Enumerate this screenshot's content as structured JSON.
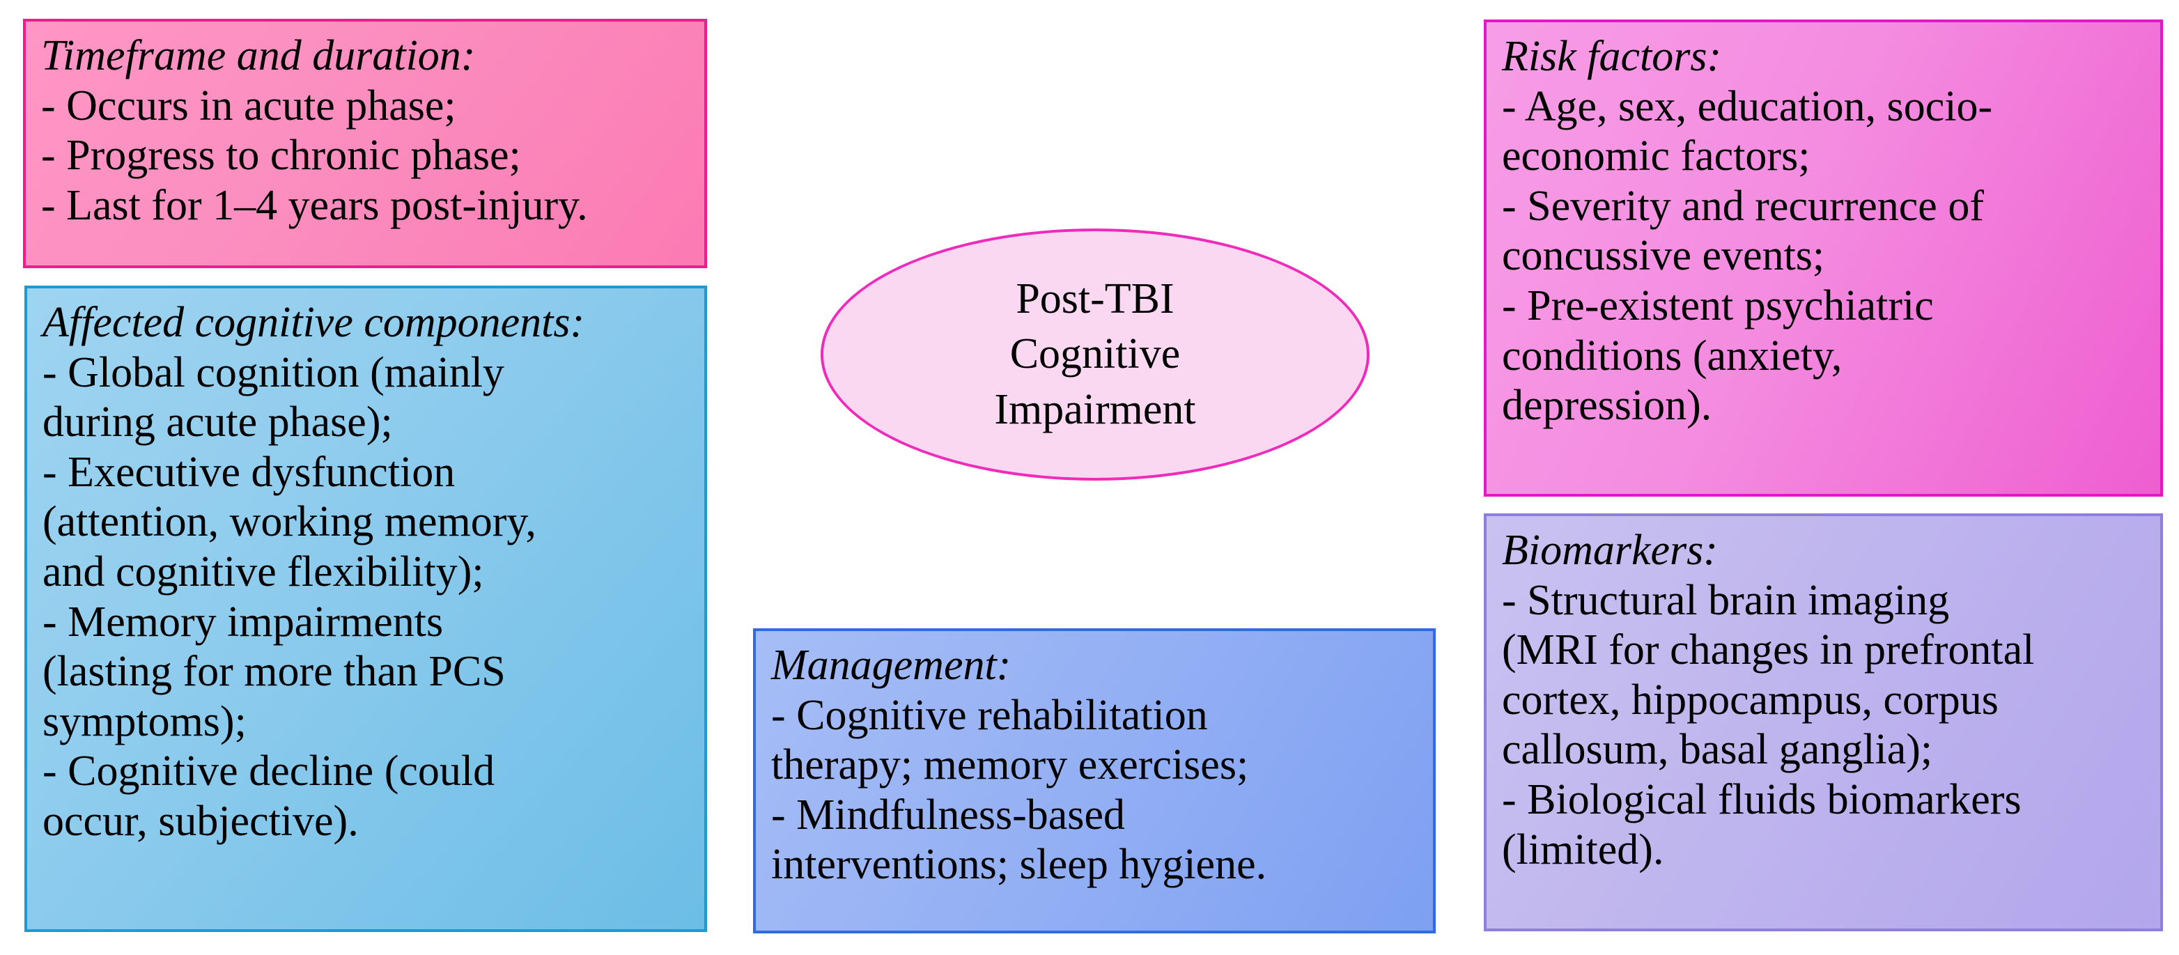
{
  "diagram": {
    "center": {
      "label": "Post-TBI\nCognitive\nImpairment",
      "fill_color": "#fbd8f2",
      "border_color": "#ef2bbb"
    },
    "nodes": [
      {
        "id": "timeframe",
        "heading": "Timeframe and duration:",
        "body": "- Occurs in acute phase;\n- Progress to chronic phase;\n- Last for 1–4 years post-injury.",
        "items": [
          "Occurs in acute phase;",
          "Progress to chronic phase;",
          "Last for 1–4 years post-injury."
        ],
        "fill_color": "#fb8fc0",
        "border_color": "#ec1e8c"
      },
      {
        "id": "affected",
        "heading": "Affected cognitive components:",
        "body": "- Global cognition (mainly\nduring acute phase);\n- Executive dysfunction\n(attention, working memory,\nand cognitive flexibility);\n- Memory impairments\n(lasting for more than PCS\nsymptoms);\n- Cognitive decline (could\noccur, subjective).",
        "items": [
          "Global cognition (mainly during acute phase);",
          "Executive dysfunction (attention, working memory, and cognitive flexibility);",
          "Memory impairments (lasting for more than PCS symptoms);",
          "Cognitive decline (could occur, subjective)."
        ],
        "fill_color": "#91cdee",
        "border_color": "#1b9ad6"
      },
      {
        "id": "risk",
        "heading": "Risk factors:",
        "body": "- Age, sex, education, socio-\neconomic factors;\n- Severity and recurrence of\nconcussive events;\n- Pre-existent psychiatric\nconditions (anxiety,\ndepression).",
        "items": [
          "Age, sex, education, socio-economic factors;",
          "Severity and recurrence of concussive events;",
          "Pre-existent psychiatric conditions (anxiety, depression)."
        ],
        "fill_color": "#f48ce0",
        "border_color": "#e316c8"
      },
      {
        "id": "biomarkers",
        "heading": "Biomarkers:",
        "body": "- Structural brain imaging\n(MRI for changes in prefrontal\ncortex, hippocampus, corpus\ncallosum, basal ganglia);\n- Biological fluids biomarkers\n(limited).",
        "items": [
          "Structural brain imaging (MRI for changes in prefrontal cortex, hippocampus, corpus callosum, basal ganglia);",
          "Biological fluids biomarkers (limited)."
        ],
        "fill_color": "#bfb5ee",
        "border_color": "#8d7ee0"
      },
      {
        "id": "management",
        "heading": "Management:",
        "body": "- Cognitive rehabilitation\ntherapy; memory exercises;\n- Mindfulness-based\ninterventions; sleep hygiene.",
        "items": [
          "Cognitive rehabilitation therapy; memory exercises;",
          "Mindfulness-based interventions; sleep hygiene."
        ],
        "fill_color": "#95b1f4",
        "border_color": "#2f6ce4"
      }
    ]
  }
}
